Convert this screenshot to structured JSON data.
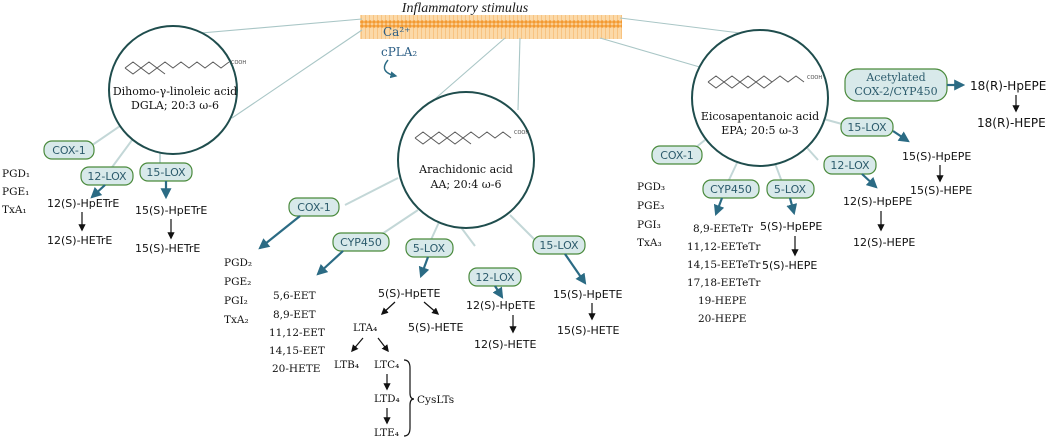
{
  "title": "Inflammatory stimulus",
  "membrane_signals": {
    "ca": "Ca²⁺",
    "cpla2": "cPLA₂"
  },
  "colors": {
    "enzyme_fill": "#d8e9ea",
    "enzyme_stroke": "#4a8a3c",
    "arrow_teal": "#2b6b84",
    "circle_stroke": "#1f4d4d",
    "membrane": "#f6a03c"
  },
  "dgla": {
    "name": "Dihomo-γ-linoleic acid",
    "abbr": "DGLA; 20:3 ω-6",
    "cooh": "COOH",
    "cox1": {
      "enzyme": "COX-1",
      "products": [
        "PGD₁",
        "PGE₁",
        "TxA₁"
      ]
    },
    "lox12": {
      "enzyme": "12-LOX",
      "product1": "12(S)-HpETrE",
      "product2": "12(S)-HETrE"
    },
    "lox15": {
      "enzyme": "15-LOX",
      "product1": "15(S)-HpETrE",
      "product2": "15(S)-HETrE"
    }
  },
  "aa": {
    "name": "Arachidonic acid",
    "abbr": "AA; 20:4 ω-6",
    "cooh": "COOH",
    "cox1": {
      "enzyme": "COX-1",
      "products": [
        "PGD₂",
        "PGE₂",
        "PGI₂",
        "TxA₂"
      ]
    },
    "cyp450": {
      "enzyme": "CYP450",
      "products": [
        "5,6-EET",
        "8,9-EET",
        "11,12-EET",
        "14,15-EET",
        "20-HETE"
      ]
    },
    "lox5": {
      "enzyme": "5-LOX",
      "hpete": "5(S)-HpETE",
      "hete": "5(S)-HETE",
      "lta4": "LTA₄",
      "ltb4": "LTB₄",
      "ltc4": "LTC₄",
      "ltd4": "LTD₄",
      "lte4": "LTE₄",
      "cyslts": "CysLTs"
    },
    "lox12": {
      "enzyme": "12-LOX",
      "product1": "12(S)-HpETE",
      "product2": "12(S)-HETE"
    },
    "lox15": {
      "enzyme": "15-LOX",
      "product1": "15(S)-HpETE",
      "product2": "15(S)-HETE"
    }
  },
  "epa": {
    "name": "Eicosapentanoic acid",
    "abbr": "EPA; 20:5 ω-3",
    "cooh": "COOH",
    "cox1": {
      "enzyme": "COX-1",
      "products": [
        "PGD₃",
        "PGE₃",
        "PGI₃",
        "TxA₃"
      ]
    },
    "cyp450": {
      "enzyme": "CYP450",
      "products": [
        "8,9-EETeTr",
        "11,12-EETeTr",
        "14,15-EETeTr",
        "17,18-EETeTr",
        "19-HEPE",
        "20-HEPE"
      ]
    },
    "lox5": {
      "enzyme": "5-LOX",
      "product1": "5(S)-HpEPE",
      "product2": "5(S)-HEPE"
    },
    "lox12": {
      "enzyme": "12-LOX",
      "product1": "12(S)-HpEPE",
      "product2": "12(S)-HEPE"
    },
    "lox15": {
      "enzyme": "15-LOX",
      "product1": "15(S)-HpEPE",
      "product2": "15(S)-HEPE"
    },
    "acetylated": {
      "line1": "Acetylated",
      "line2": "COX-2/CYP450",
      "product1": "18(R)-HpEPE",
      "product2": "18(R)-HEPE"
    }
  }
}
